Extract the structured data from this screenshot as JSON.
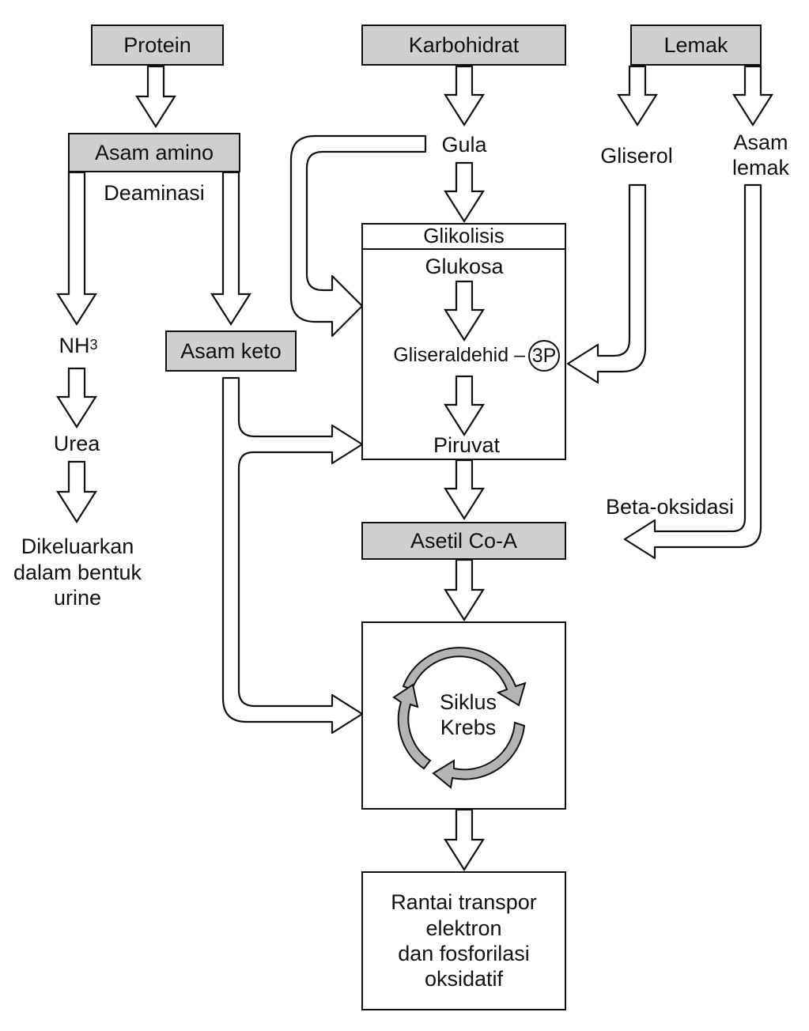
{
  "sources": {
    "protein": "Protein",
    "karbohidrat": "Karbohidrat",
    "lemak": "Lemak"
  },
  "protein_path": {
    "asam_amino": "Asam amino",
    "deaminasi": "Deaminasi",
    "nh3_base": "NH",
    "nh3_sub": "3",
    "urea": "Urea",
    "dikeluarkan_line1": "Dikeluarkan",
    "dikeluarkan_line2": "dalam bentuk",
    "dikeluarkan_line3": "urine",
    "asam_keto": "Asam keto"
  },
  "carb_path": {
    "gula": "Gula",
    "glikolisis": "Glikolisis",
    "glukosa": "Glukosa",
    "gliseraldehid": "Gliseraldehid –",
    "phosphate": "3P",
    "piruvat": "Piruvat"
  },
  "fat_path": {
    "gliserol": "Gliserol",
    "asam_lemak_line1": "Asam",
    "asam_lemak_line2": "lemak",
    "beta_oksidasi": "Beta-oksidasi"
  },
  "core": {
    "asetil_coa": "Asetil Co-A",
    "siklus_line1": "Siklus",
    "siklus_line2": "Krebs",
    "rantai_line1": "Rantai transpor",
    "rantai_line2": "elektron",
    "rantai_line3": "dan fosforilasi",
    "rantai_line4": "oksidatif"
  },
  "colors": {
    "box_fill": "#cfcfcf",
    "cycle_fill": "#b4b4b4",
    "line": "#111111",
    "arrow_fill": "#ffffff"
  }
}
